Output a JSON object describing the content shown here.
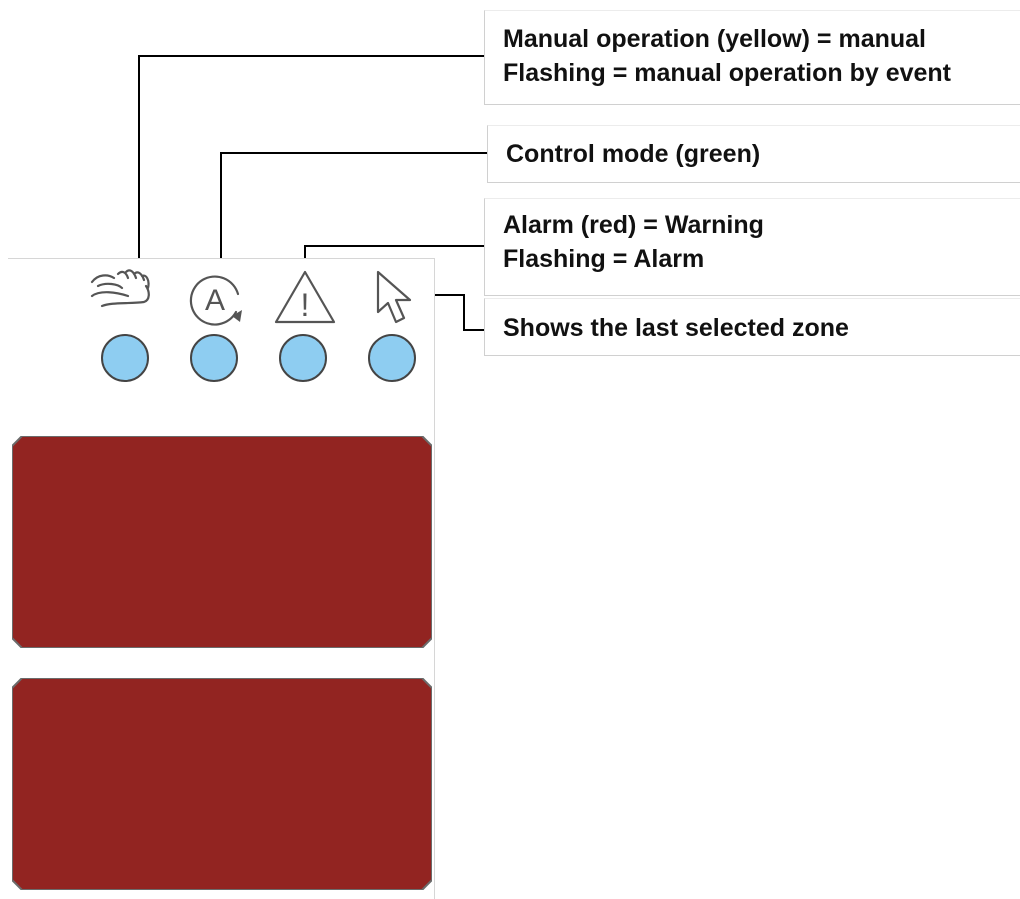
{
  "callouts": {
    "manual": {
      "line1": "Manual operation (yellow) = manual",
      "line2": "Flashing = manual operation by event"
    },
    "control": {
      "line1": "Control mode (green)"
    },
    "alarm": {
      "line1": "Alarm (red) = Warning",
      "line2": "Flashing = Alarm"
    },
    "selected": {
      "line1": "Shows the last selected zone"
    }
  },
  "icons": [
    "hand-icon",
    "auto-mode-icon",
    "warning-icon",
    "cursor-icon"
  ],
  "icon_letters": {
    "auto": "A",
    "warning": "!"
  },
  "colors": {
    "led_fill": "#8ecdf1",
    "led_border": "#444444",
    "zone_fill": "#922421",
    "zone_border": "#6b6b6b",
    "leader_line": "#000000",
    "icon_stroke": "#555555"
  }
}
